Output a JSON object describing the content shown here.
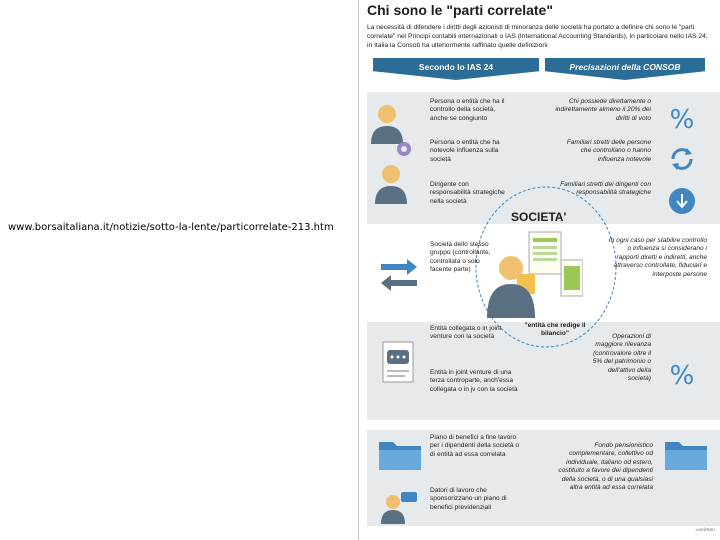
{
  "source_url": "www.borsaitaliana.it/notizie/sotto-la-lente/particorrelate-213.htm",
  "infographic": {
    "title": "Chi sono le \"parti correlate\"",
    "intro": "La necessità di difendere i diritti degli azionisti di minoranza delle società ha portato a definire chi sono le \"parti correlate\" nei Principi contabili internazionali o IAS (International Accounting Standards), in particolare nello IAS 24; in Italia la Consob ha ulteriormente raffinato quelle definizioni",
    "header_left": "Secondo lo IAS 24",
    "header_right": "Precisazioni della CONSOB",
    "left": {
      "a": "Persona o entità che ha il controllo della società, anche se congiunto",
      "b": "Persona o entità che ha notevole influenza sulla società",
      "c": "Dirigente con responsabilità strategiche nella società",
      "d": "Società dello stesso gruppo (controllante, controllata o solo facente parte)",
      "e": "Entità collegata o in joint venture con la società",
      "f": "Entità in joint venture di una terza controparte, anch'essa collegata o in jv con la società",
      "g": "Piano di benefici a fine lavoro per i dipendenti della società o di entità ad essa correlata",
      "h": "Datori di lavoro che sponsorizzano un piano di benefici previdenziali"
    },
    "right": {
      "a": "Chi possiede direttamente o indirettamente almeno il 20% dei diritti di voto",
      "b": "Familiari stretti delle persone che controllano o hanno influenza notevole",
      "c": "Familiari stretti dei dirigenti con responsabilità strategiche",
      "d": "In ogni caso per stabilire controllo o influenza si considerano i rapporti diretti e indiretti, anche attraverso controllate, fiduciari e interposte persone",
      "e": "Operazioni di maggiore rilevanza (controvalore oltre il 5% del patrimonio o dell'attivo della società)",
      "f": "Fondo pensionistico complementare, collettivo od individuale, italiano od estero, costituito a favore dei dipendenti della società, o di una qualsiasi altra entità ad essa correlata"
    },
    "center_title": "SOCIETA'",
    "center_caption": "\"entità che redige il bilancio\"",
    "credit": "«unimen"
  },
  "colors": {
    "header_blue": "#2b6d96",
    "band_gray": "#e6eaed",
    "icon_blue": "#3f86c2",
    "person_gold": "#f0c070"
  }
}
